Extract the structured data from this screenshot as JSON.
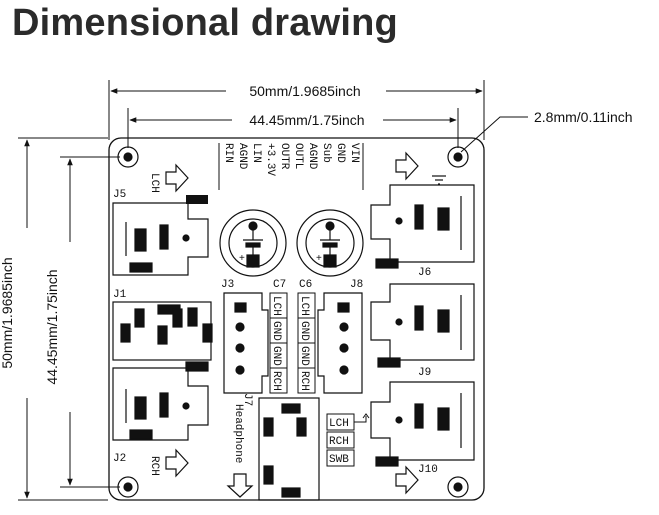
{
  "title": "Dimensional drawing",
  "dims": {
    "width_outer": "50mm/1.9685inch",
    "width_inner": "44.45mm/1.75inch",
    "height_outer": "50mm/1.9685inch",
    "height_inner": "44.45mm/1.75inch",
    "hole": "2.8mm/0.11inch"
  },
  "header_pins": [
    "RIN",
    "AGND",
    "LIN",
    "+3.3V",
    "OUTR",
    "OUTL",
    "AGND",
    "Sub",
    "GND",
    "VIN"
  ],
  "labels": {
    "j5": "J5",
    "j1": "J1",
    "j2": "J2",
    "j3": "J3",
    "j8": "J8",
    "j6": "J6",
    "j9": "J9",
    "j10": "J10",
    "j7": "J7",
    "c7": "C7",
    "c6": "C6",
    "lch": "LCH",
    "rch": "RCH",
    "headphone": "Headphone",
    "sw_lch": "LCH",
    "sw_rch": "RCH",
    "sw_swb": "SWB"
  },
  "j3_pins": [
    "LCH",
    "GND",
    "GND",
    "RCH"
  ],
  "j8_pins": [
    "LCH",
    "GND",
    "GND",
    "RCH"
  ]
}
